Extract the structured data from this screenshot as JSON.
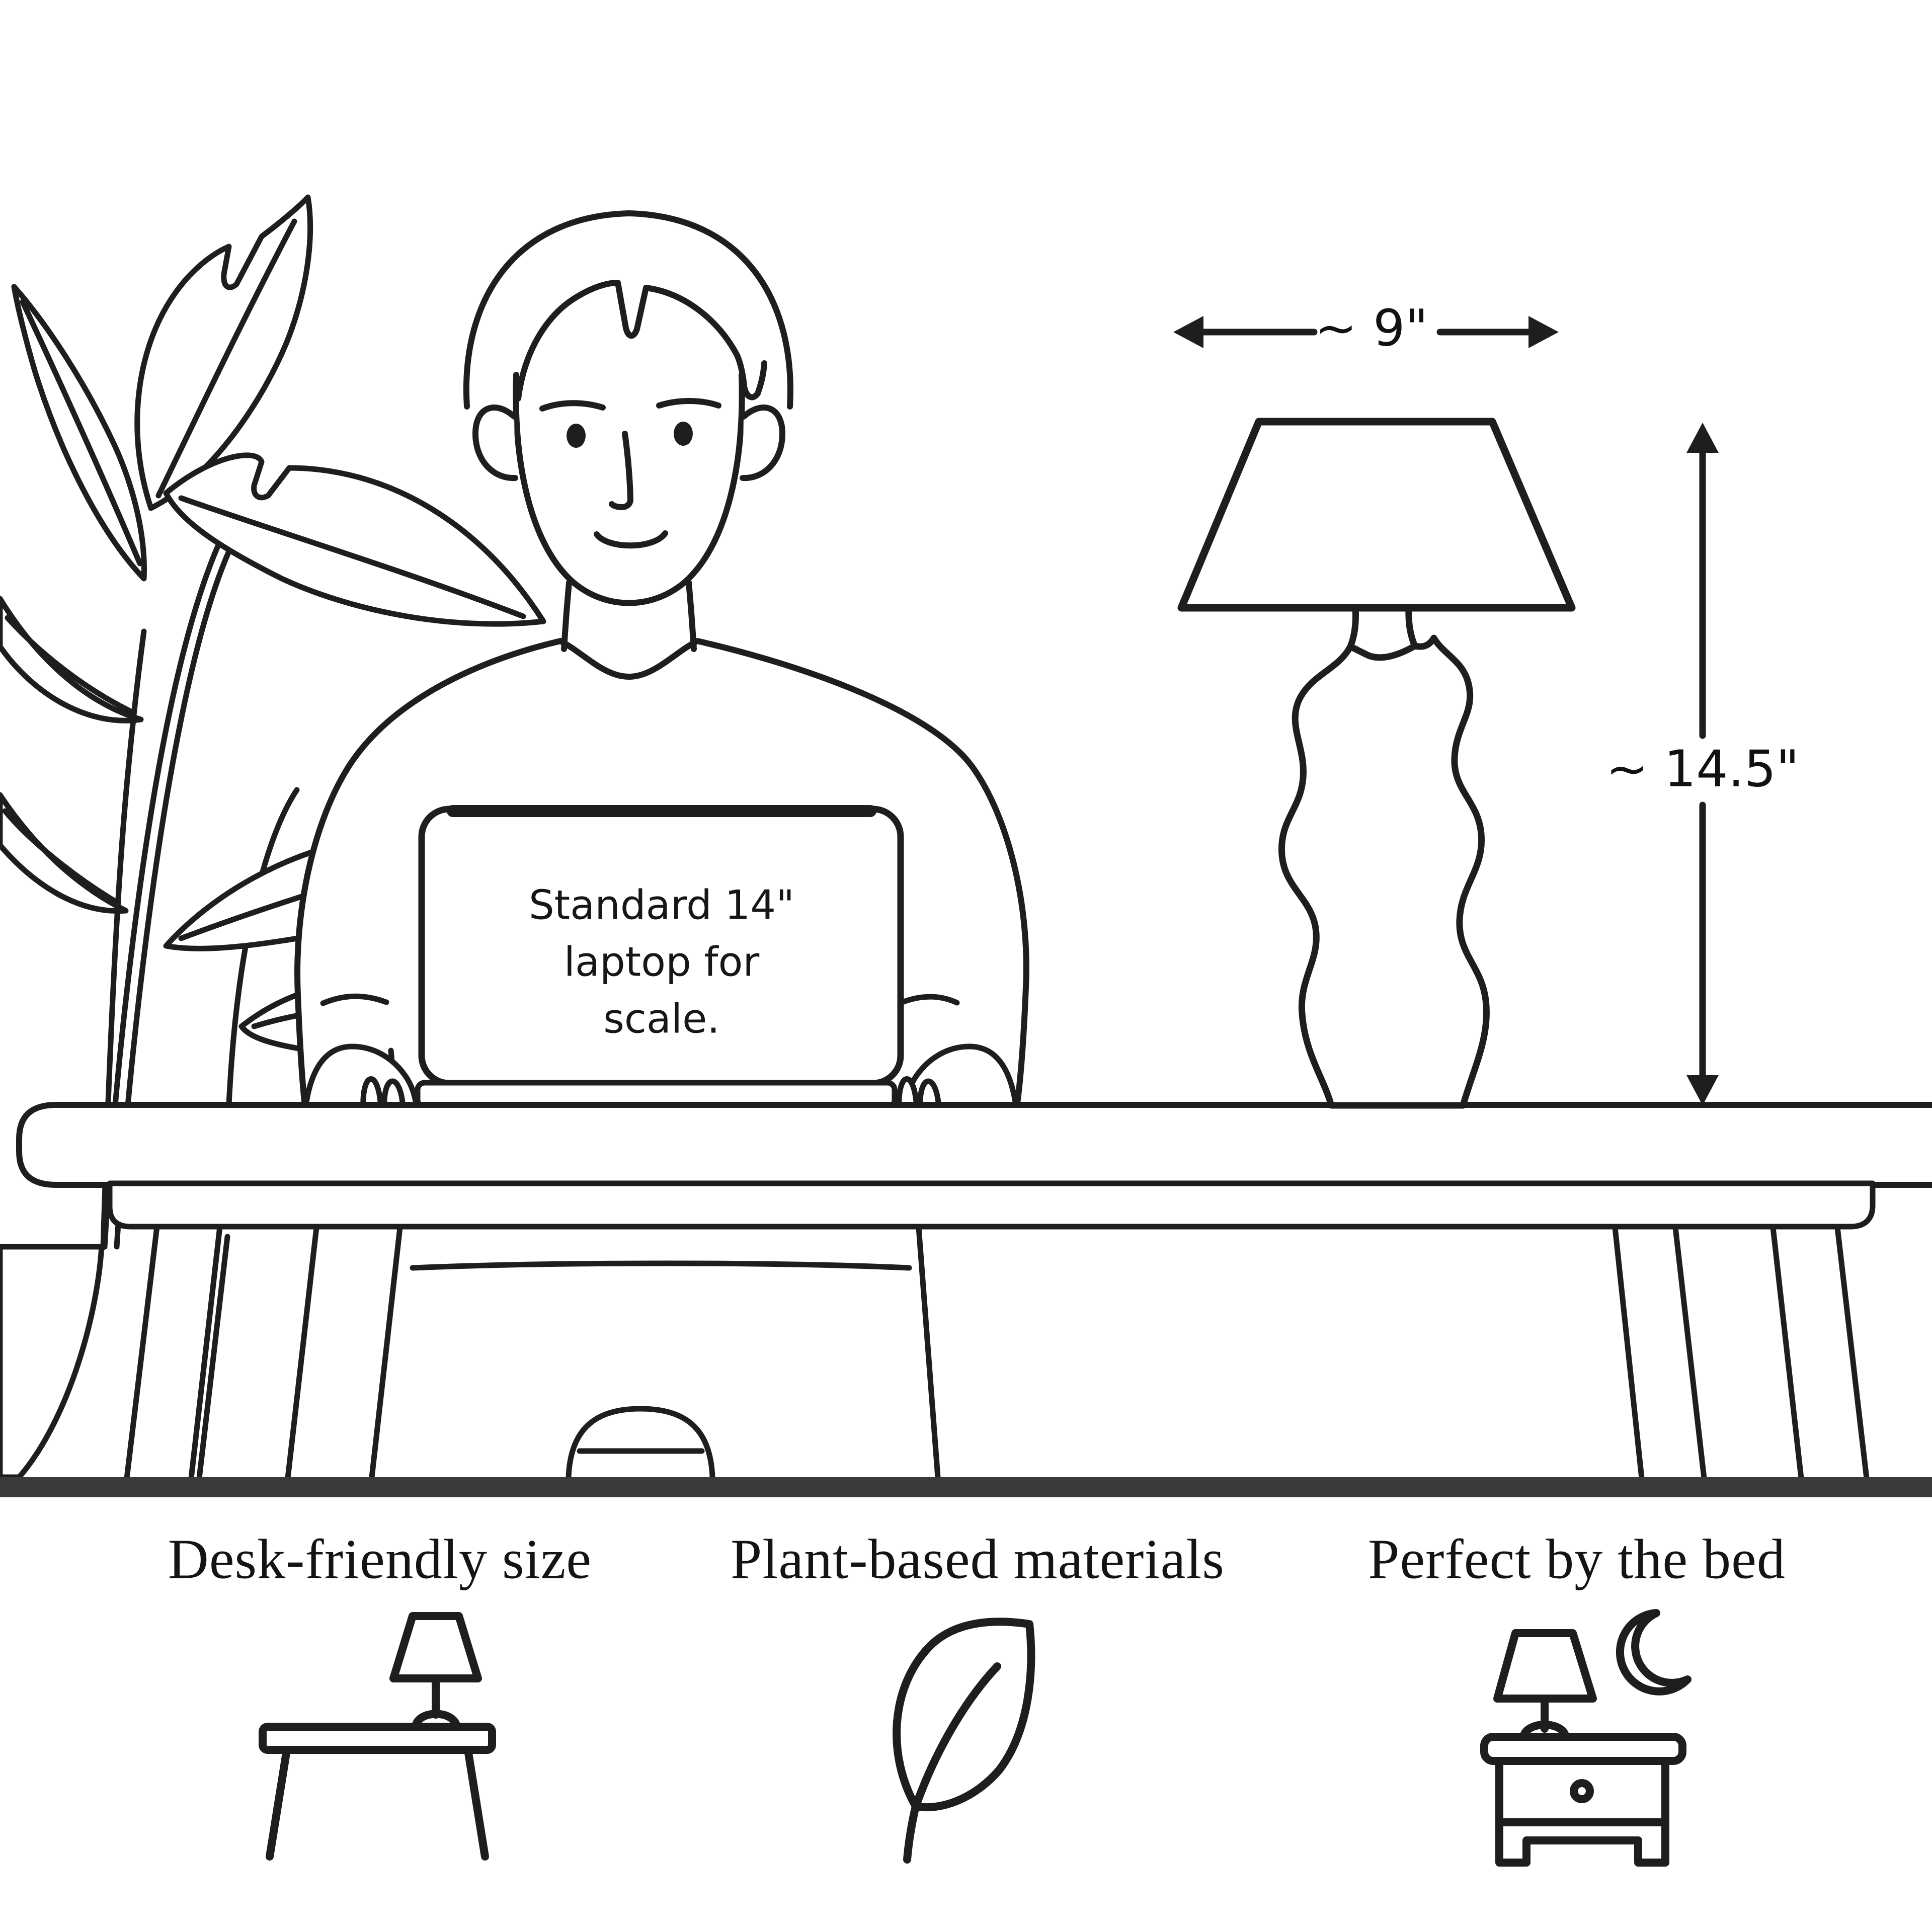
{
  "illustration": {
    "laptop_note_lines": [
      "Standard 14\"",
      "laptop for",
      "scale."
    ],
    "dimensions": {
      "width_label": "~ 9\"",
      "height_label": "~ 14.5\""
    },
    "objects": [
      "potted-plant",
      "person-at-desk",
      "laptop",
      "desk",
      "table-lamp-product"
    ]
  },
  "features": [
    {
      "label": "Desk-friendly size",
      "icon": "side-table-lamp-icon"
    },
    {
      "label": "Plant-based materials",
      "icon": "leaf-icon"
    },
    {
      "label": "Perfect by the bed",
      "icon": "nightstand-moon-icon"
    }
  ],
  "colors": {
    "line": "#1e1e1e",
    "floor": "#3a3a3a",
    "background": "#ffffff"
  }
}
